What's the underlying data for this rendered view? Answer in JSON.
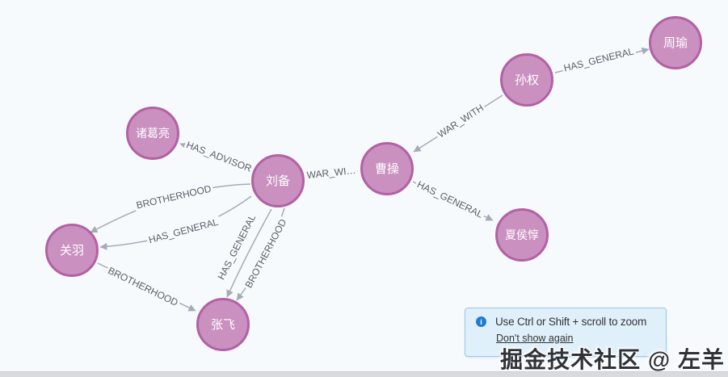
{
  "app": {
    "background_color": "#F7FAFD",
    "node_fill_color": "#C990C0",
    "node_border_color": "#B261A5",
    "edge_color": "#A5ABB6"
  },
  "graph": {
    "nodes": [
      {
        "id": "zhugeliang",
        "label": "诸葛亮"
      },
      {
        "id": "liubei",
        "label": "刘备"
      },
      {
        "id": "caocao",
        "label": "曹操"
      },
      {
        "id": "sunquan",
        "label": "孙权"
      },
      {
        "id": "zhouyu",
        "label": "周瑜"
      },
      {
        "id": "guanyu",
        "label": "关羽"
      },
      {
        "id": "zhangfei",
        "label": "张飞"
      },
      {
        "id": "xiahoudun",
        "label": "夏侯惇"
      }
    ],
    "edges": [
      {
        "from": "刘备",
        "to": "诸葛亮",
        "label": "HAS_ADVISOR"
      },
      {
        "from": "刘备",
        "to": "关羽",
        "label": "BROTHERHOOD"
      },
      {
        "from": "刘备",
        "to": "关羽",
        "label": "HAS_GENERAL"
      },
      {
        "from": "关羽",
        "to": "张飞",
        "label": "BROTHERHOOD"
      },
      {
        "from": "刘备",
        "to": "张飞",
        "label": "HAS_GENERAL"
      },
      {
        "from": "刘备",
        "to": "张飞",
        "label": "BROTHERHOOD"
      },
      {
        "from": "刘备",
        "to": "曹操",
        "label": "WAR_WI…"
      },
      {
        "from": "孙权",
        "to": "曹操",
        "label": "WAR_WITH"
      },
      {
        "from": "孙权",
        "to": "周瑜",
        "label": "HAS_GENERAL"
      },
      {
        "from": "曹操",
        "to": "夏侯惇",
        "label": "HAS_GENERAL"
      }
    ]
  },
  "tooltip": {
    "icon": "info-circle-icon",
    "icon_glyph": "i",
    "icon_color": "#1E7CD2",
    "background": "#E0F0FB",
    "border_color": "#9CC9EC",
    "message": "Use Ctrl or Shift + scroll to zoom",
    "dismiss_label": "Don't show again"
  },
  "watermark": {
    "text": "掘金技术社区 @ 左羊"
  }
}
